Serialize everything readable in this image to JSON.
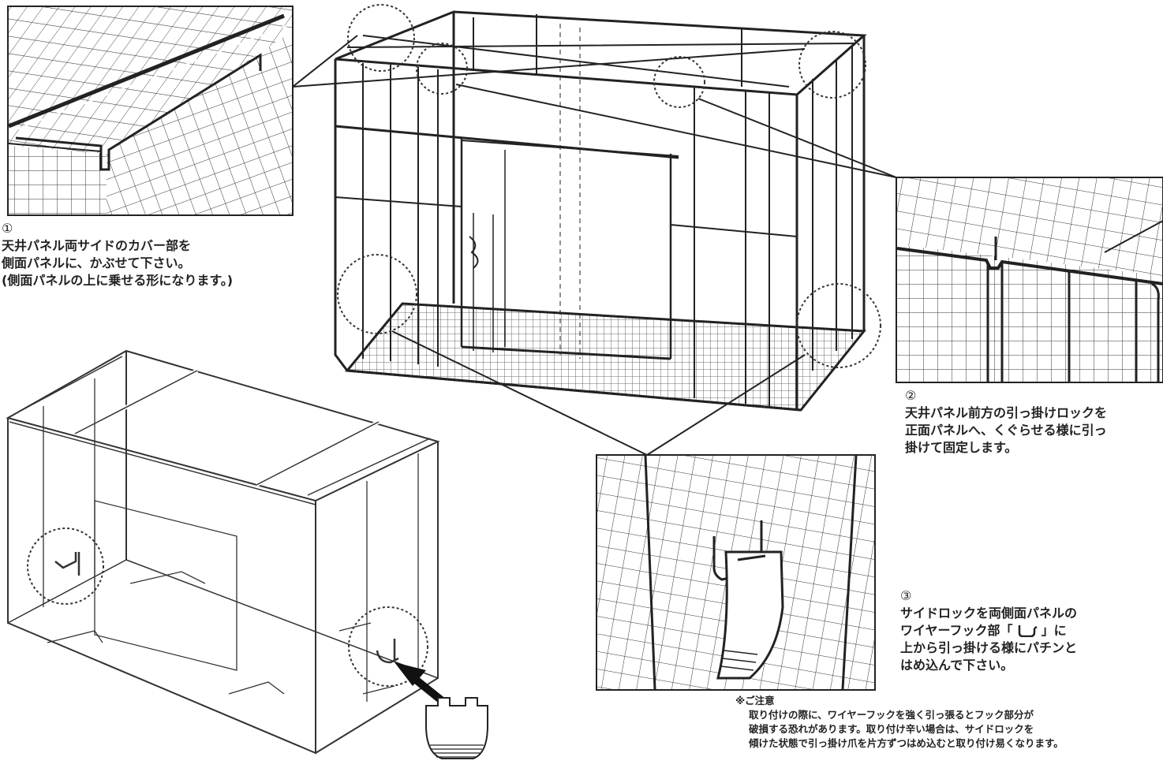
{
  "step1": {
    "number": "①",
    "lines": [
      "天井パネル両サイドのカバー部を",
      "側面パネルに、かぶせて下さい。",
      "(側面パネルの上に乗せる形になります。)"
    ]
  },
  "step2": {
    "number": "②",
    "lines": [
      "天井パネル前方の引っ掛けロックを",
      "正面パネルへ、くぐらせる様に引っ",
      "掛けて固定します。"
    ]
  },
  "step3": {
    "number": "③",
    "line1": "サイドロックを両側面パネルの",
    "line2_before": "ワイヤーフック部「",
    "line2_after": "」に",
    "line3": "上から引っ掛ける様にパチンと",
    "line4": "はめ込んで下さい。"
  },
  "note": {
    "heading": "※ご注意",
    "lines": [
      "取り付けの際に、ワイヤーフックを強く引っ張るとフック部分が",
      "破損する恐れがあります。取り付け辛い場合は、サイドロックを",
      "傾けた状態で引っ掛け爪を片方ずつはめ込むと取り付け易くなります。"
    ]
  },
  "icons": [
    "hook-icon",
    "arrow-icon",
    "side-lock-part-icon"
  ]
}
